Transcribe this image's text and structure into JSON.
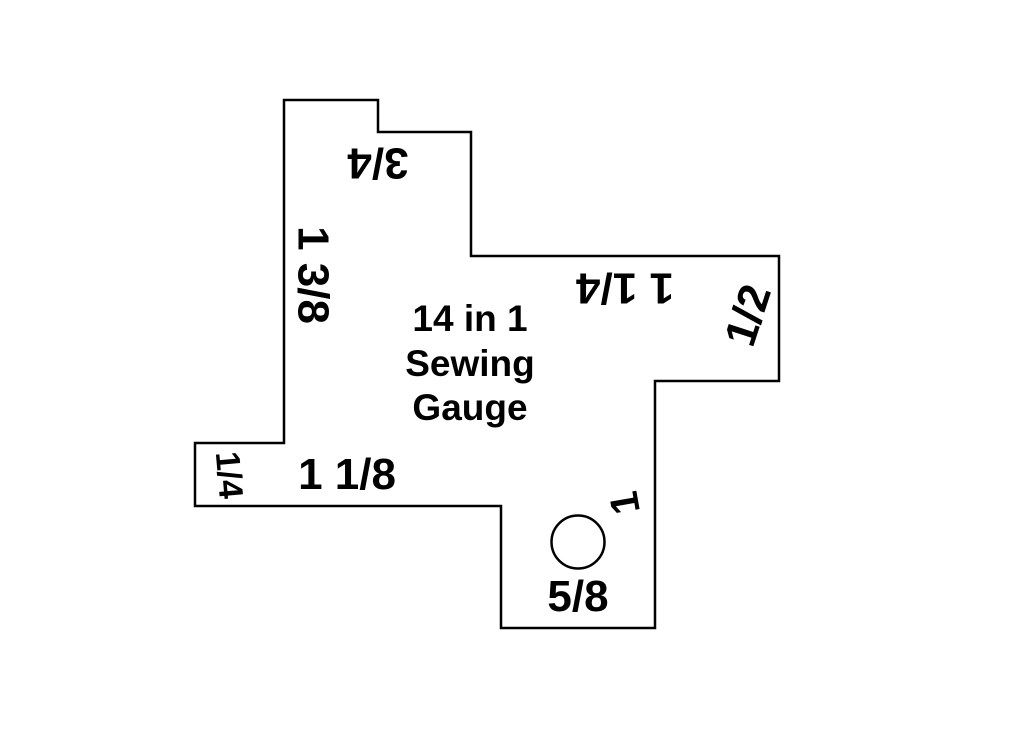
{
  "diagram": {
    "title_lines": [
      "14 in 1",
      "Sewing",
      "Gauge"
    ],
    "measurements": {
      "top_notch": "3/4",
      "left_side": "1 3/8",
      "inner_top_right": "1 1/4",
      "right_side": "1/2",
      "left_tab": "1/4",
      "bottom_left": "1 1/8",
      "circle_pointer": "1",
      "below_circle": "5/8"
    },
    "colors": {
      "outline": "#000000",
      "text": "#000000",
      "background": "#ffffff"
    }
  }
}
